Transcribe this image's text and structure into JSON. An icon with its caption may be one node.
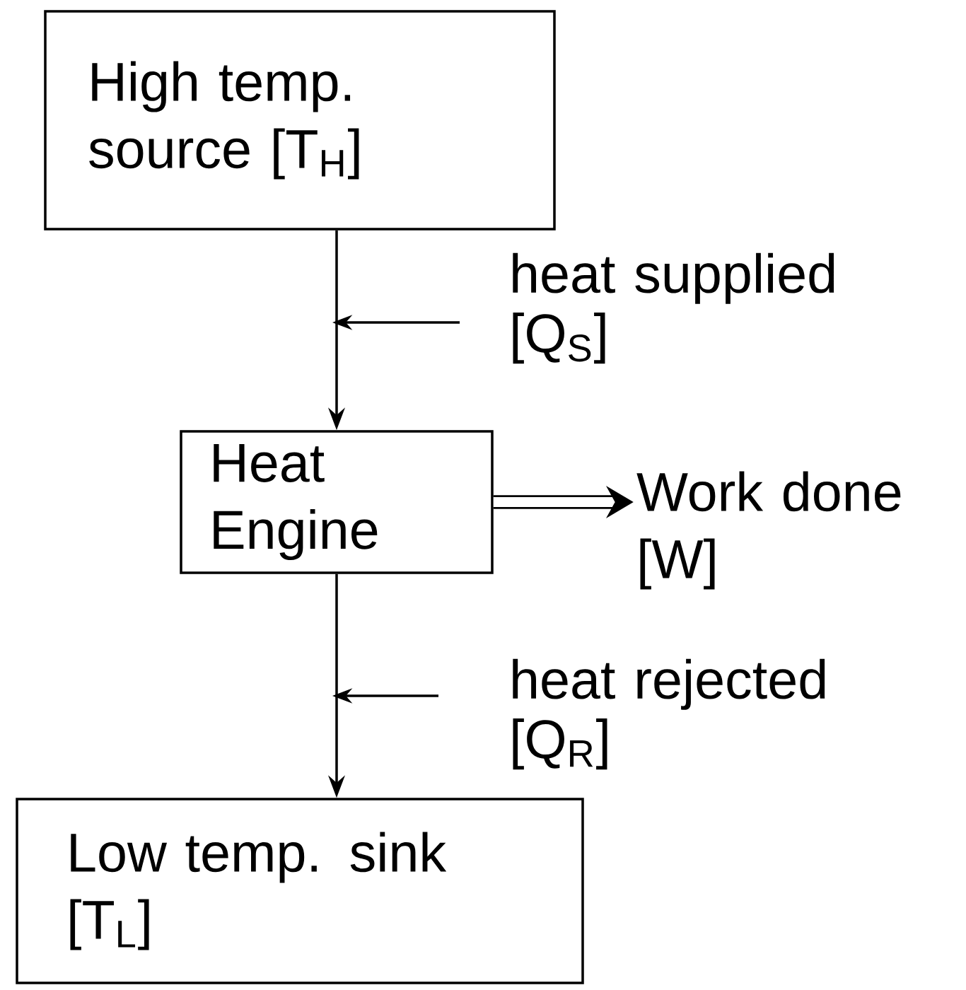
{
  "diagram": {
    "nodes": [
      {
        "text": [
          "High temp. source [T$_{H}$]"
        ]
      },
      {
        "text": [
          "Heat Engine"
        ]
      },
      {
        "text": [
          "Low temp. sink [T$_{L}$]"
        ]
      },
      {
        "text": [
          "Work done [W]"
        ]
      }
    ],
    "edges": [
      {
        "from": 0,
        "to": 1,
        "arrow": "to",
        "label": "heat supplied [Q$_{S}$]"
      },
      {
        "from": 1,
        "to": 2,
        "arrow": "to",
        "label": "heat rejected [Q$_{R}$]"
      },
      {
        "from": 1,
        "to": 3,
        "arrow": "to",
        "style": "thick"
      }
    ]
  }
}
